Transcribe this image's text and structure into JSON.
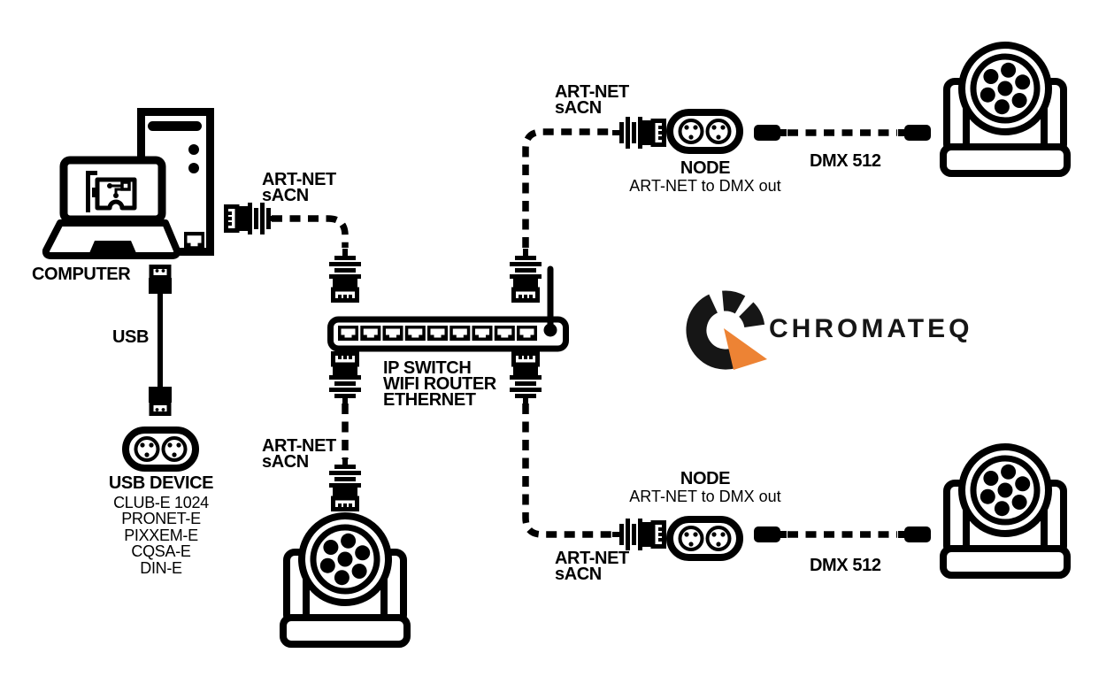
{
  "page": {
    "background": "#ffffff",
    "ink": "#000000",
    "accent_orange": "#ED8334"
  },
  "computer": {
    "label": "COMPUTER"
  },
  "usb_link": {
    "label": "USB"
  },
  "usb_device": {
    "title": "USB DEVICE",
    "models": [
      "CLUB-E 1024",
      "PRONET-E",
      "PIXXEM-E",
      "CQSA-E",
      "DIN-E"
    ]
  },
  "switch": {
    "lines": [
      "IP SWITCH",
      "WIFI ROUTER",
      "ETHERNET"
    ]
  },
  "links": {
    "computer_to_switch": {
      "line1": "ART-NET",
      "line2": "sACN"
    },
    "switch_to_node_top": {
      "line1": "ART-NET",
      "line2": "sACN"
    },
    "switch_to_fixture": {
      "line1": "ART-NET",
      "line2": "sACN"
    },
    "switch_to_node_bottom": {
      "line1": "ART-NET",
      "line2": "sACN"
    }
  },
  "node_top": {
    "title": "NODE",
    "subtitle": "ART-NET to DMX out"
  },
  "node_bottom": {
    "title": "NODE",
    "subtitle": "ART-NET to DMX out"
  },
  "dmx_top": {
    "label": "DMX 512"
  },
  "dmx_bottom": {
    "label": "DMX 512"
  },
  "logo": {
    "text": "CHROMATEQ"
  }
}
